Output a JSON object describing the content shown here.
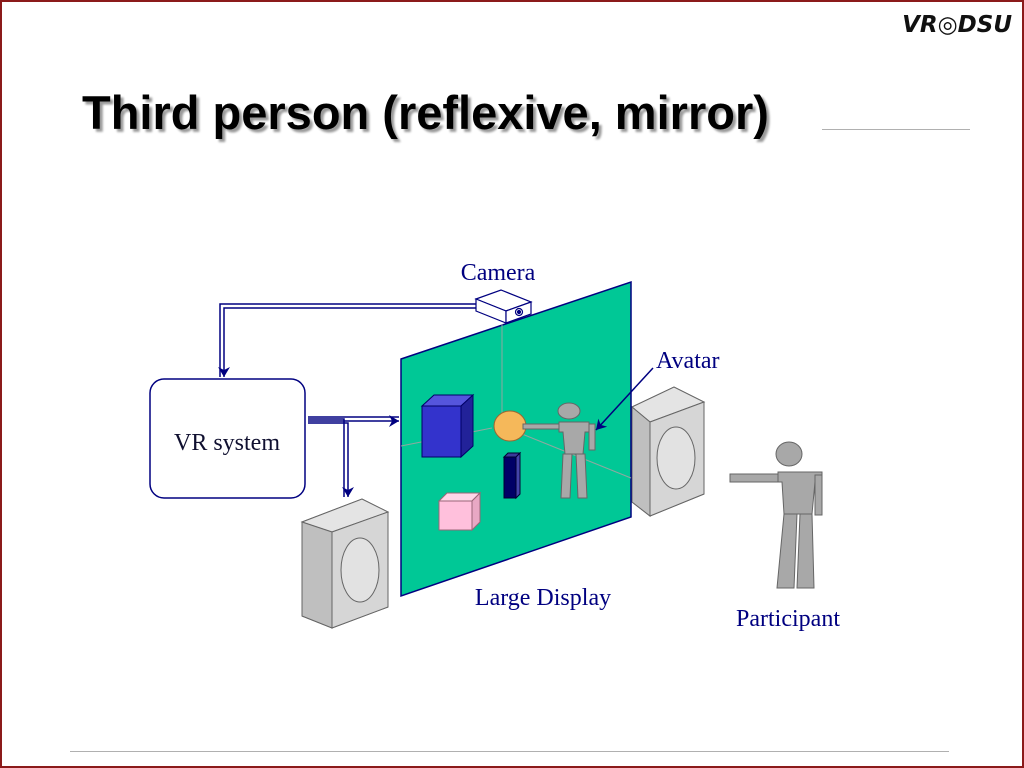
{
  "slide": {
    "logo": "VR◎DSU",
    "title": "Third person (reflexive, mirror)"
  },
  "diagram": {
    "camera_label": "Camera",
    "avatar_label": "Avatar",
    "vr_system_label": "VR system",
    "display_label": "Large Display",
    "participant_label": "Participant",
    "colors": {
      "display": "#00c896",
      "line": "#000080",
      "cube_blue": "#3333cc",
      "cube_navy": "#000066",
      "cube_pink": "#ffc0dc",
      "ball": "#f5b85a",
      "figure": "#a8a8a8",
      "speaker": "#d8d8d8",
      "border": "#8b1a1a"
    }
  }
}
